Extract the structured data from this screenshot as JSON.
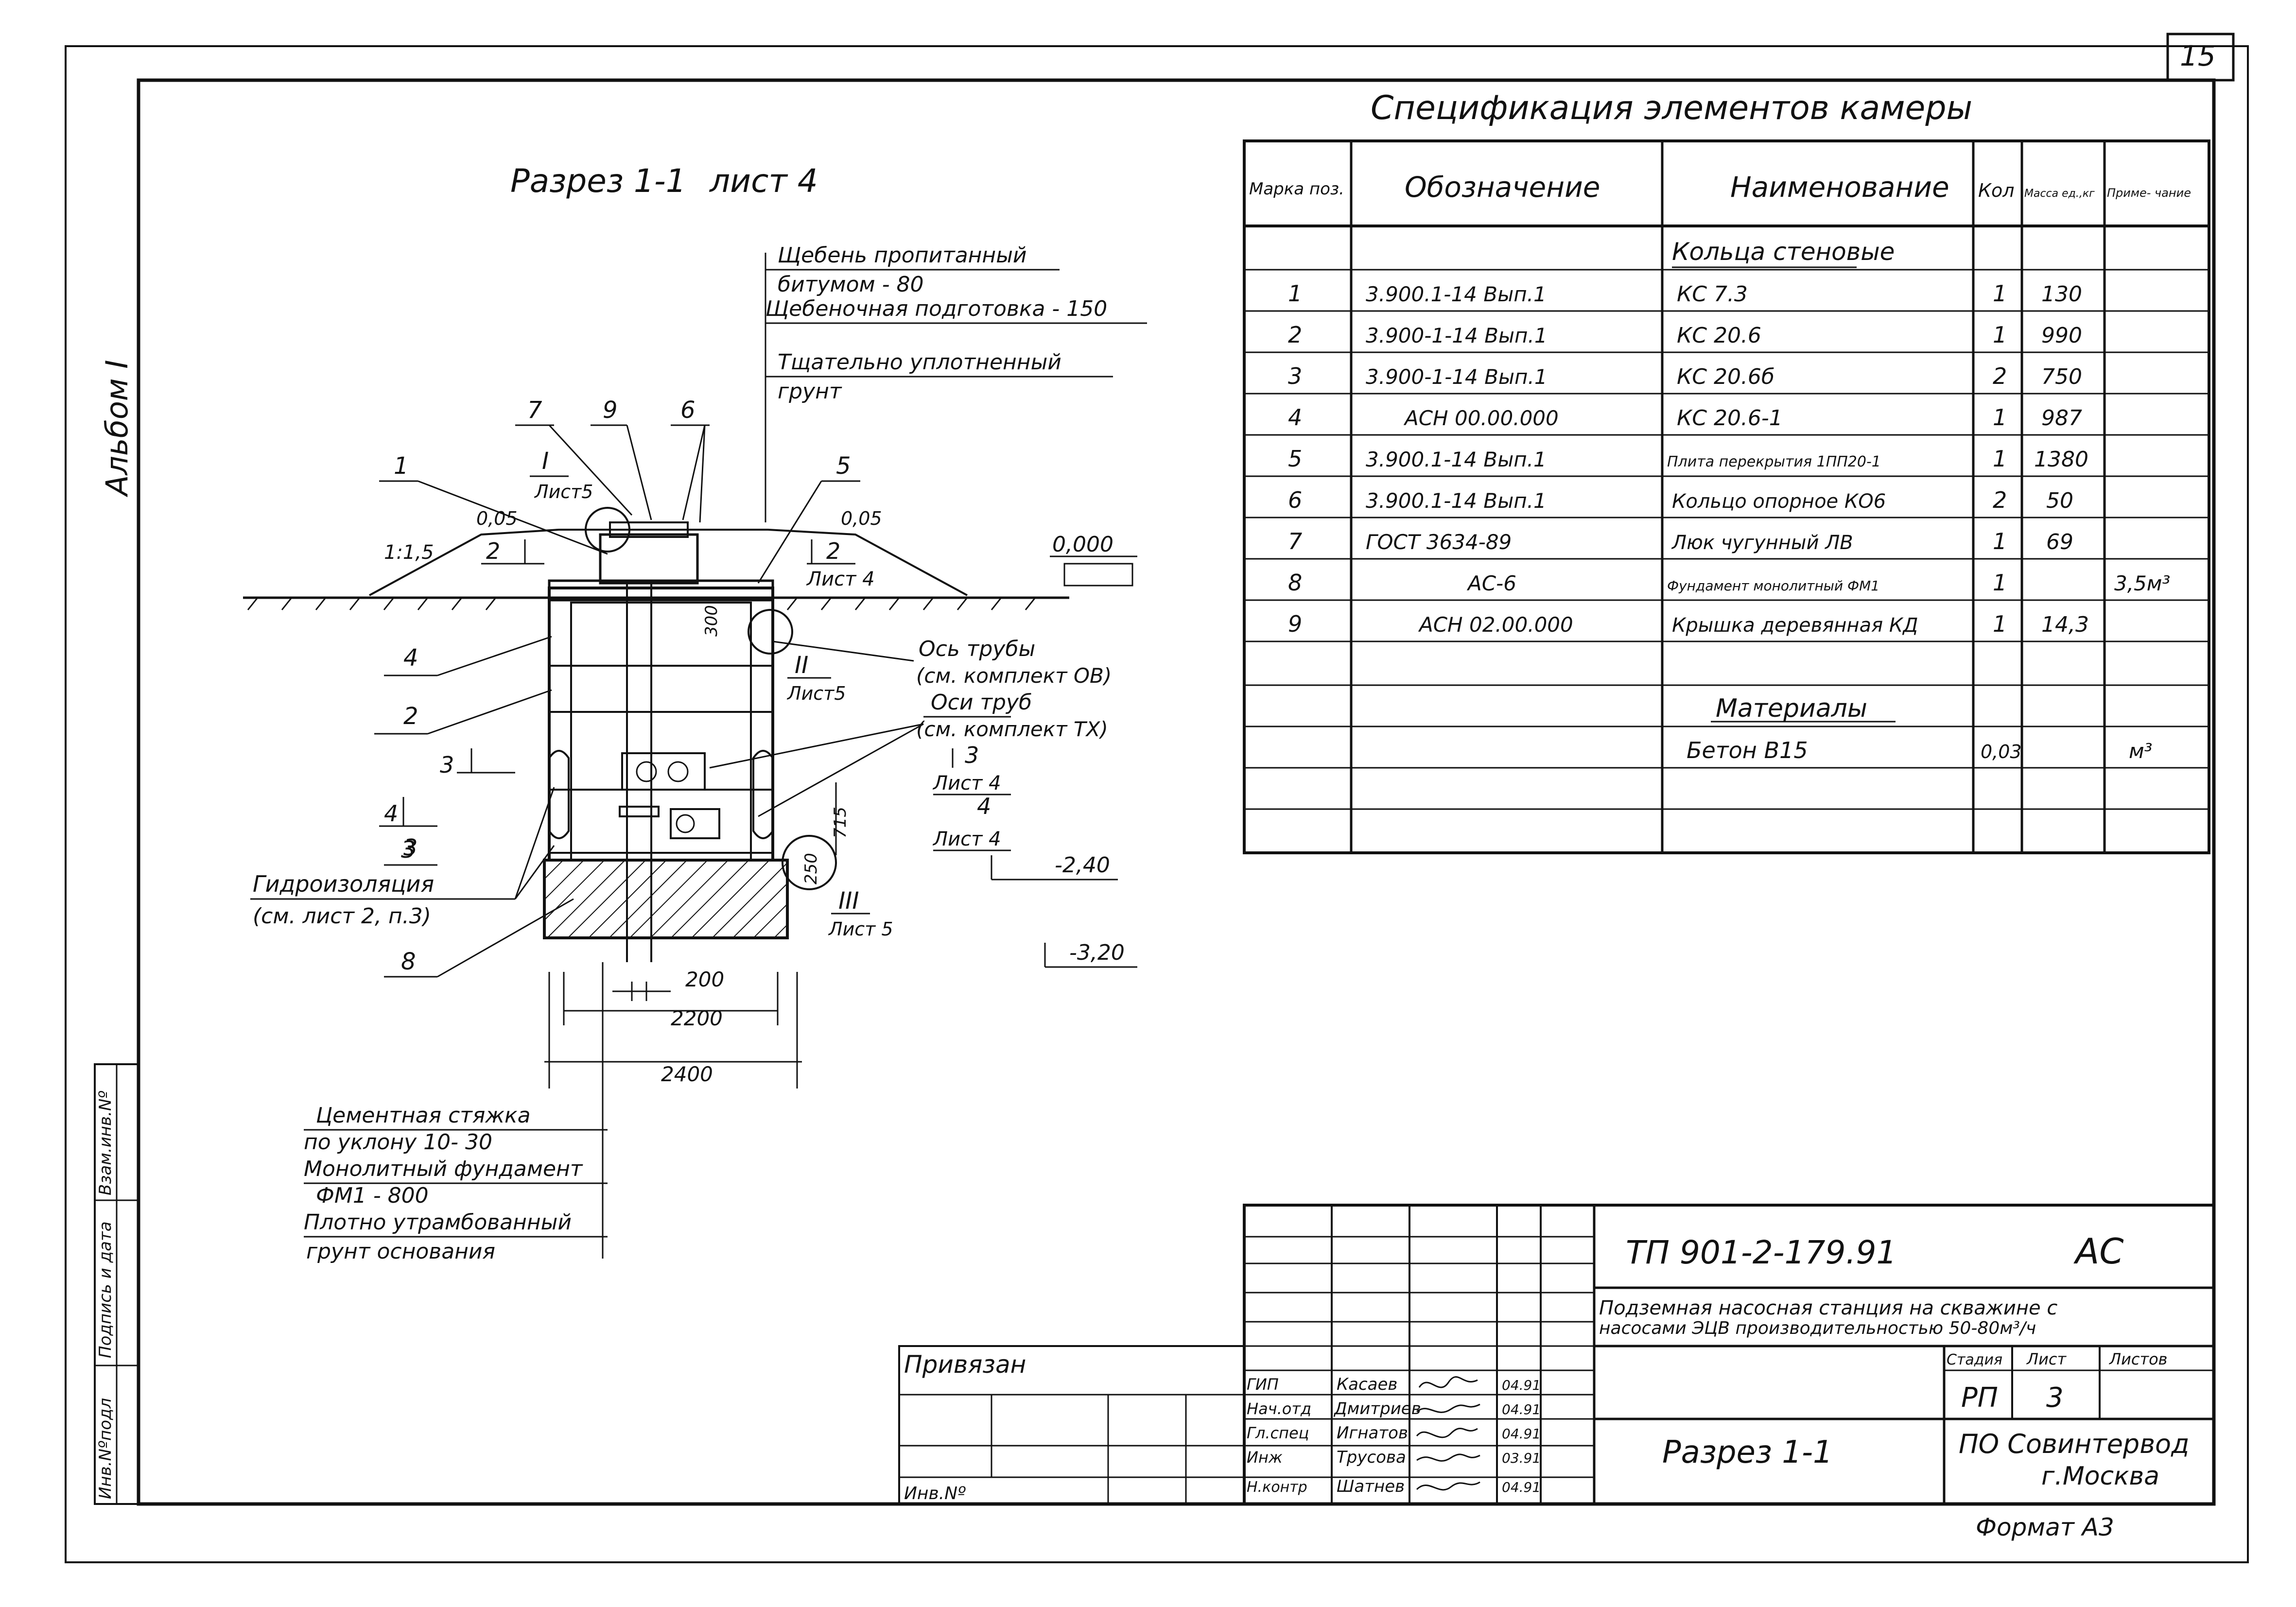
{
  "sheet_number": "15",
  "album_label": "Альбом I",
  "section": {
    "title": "Разрез 1-1",
    "sheet_ref": "лист 4",
    "notes_top": [
      "Щебень пропитанный",
      "битумом - 80",
      "Щебеночная подготовка - 150",
      "Тщательно уплотненный",
      "грунт"
    ],
    "callouts": [
      "1",
      "7",
      "9",
      "6",
      "5",
      "4",
      "2",
      "3",
      "8"
    ],
    "node_I": "I",
    "node_I_sheet": "Лист5",
    "node_II": "II",
    "node_II_sheet": "Лист5",
    "node_III": "III",
    "node_III_sheet": "Лист 5",
    "slope": "1:1,5",
    "dim_005_left": "0,05",
    "dim_005_right": "0,05",
    "cut_2_left": "2",
    "cut_2_right": "2",
    "cut_2_sheet": "Лист 4",
    "cut_3": "3",
    "cut_4": "4",
    "cut_3_label": "3",
    "cut_3_right": "3",
    "cut_3_right_sheet": "Лист 4",
    "cut_4_right": "4",
    "cut_4_right_sheet": "Лист 4",
    "level_0": "0,000",
    "level_240": "-2,40",
    "level_320": "-3,20",
    "dim_300": "300",
    "dim_715": "715",
    "dim_250": "250",
    "dim_200": "200",
    "dim_2200": "2200",
    "dim_2400": "2400",
    "pipe_axis": [
      "Ось трубы",
      "(см. комплект ОВ)"
    ],
    "pipes_axis": [
      "Оси труб",
      "(см. комплект ТХ)"
    ],
    "waterproofing": [
      "Гидроизоляция",
      "(см. лист 2, п.3)"
    ],
    "notes_bottom": [
      "Цементная стяжка",
      "по уклону  10- 30",
      "Монолитный фундамент",
      "ФМ1 - 800",
      "Плотно утрамбованный",
      "грунт основания"
    ]
  },
  "spec": {
    "title": "Спецификация   элементов   камеры",
    "headers": [
      "Марка поз.",
      "Обозначение",
      "Наименование",
      "Кол",
      "Масса ед.,кг",
      "Приме- чание"
    ],
    "subheader1": "Кольца стеновые",
    "rows": [
      {
        "pos": "1",
        "code": "3.900.1-14  Вып.1",
        "name": "КС 7.3",
        "qty": "1",
        "mass": "130",
        "note": ""
      },
      {
        "pos": "2",
        "code": "3.900-1-14  Вып.1",
        "name": "КС 20.6",
        "qty": "1",
        "mass": "990",
        "note": ""
      },
      {
        "pos": "3",
        "code": "3.900-1-14  Вып.1",
        "name": "КС 20.6б",
        "qty": "2",
        "mass": "750",
        "note": ""
      },
      {
        "pos": "4",
        "code": "АСН 00.00.000",
        "name": "КС 20.6-1",
        "qty": "1",
        "mass": "987",
        "note": ""
      },
      {
        "pos": "5",
        "code": "3.900.1-14  Вып.1",
        "name": "Плита перекрытия 1ПП20-1",
        "qty": "1",
        "mass": "1380",
        "note": ""
      },
      {
        "pos": "6",
        "code": "3.900.1-14  Вып.1",
        "name": "Кольцо опорное  КО6",
        "qty": "2",
        "mass": "50",
        "note": ""
      },
      {
        "pos": "7",
        "code": "ГОСТ 3634-89",
        "name": "Люк чугунный  ЛВ",
        "qty": "1",
        "mass": "69",
        "note": ""
      },
      {
        "pos": "8",
        "code": "АС-6",
        "name": "Фундамент монолитный ФМ1",
        "qty": "1",
        "mass": "",
        "note": "3,5м³"
      },
      {
        "pos": "9",
        "code": "АСН 02.00.000",
        "name": "Крышка деревянная КД",
        "qty": "1",
        "mass": "14,3",
        "note": ""
      }
    ],
    "subheader2": "Материалы",
    "material": {
      "name": "Бетон  В15",
      "qty": "0,03",
      "unit": "м³"
    }
  },
  "title_block": {
    "code": "ТП  901-2-179.91",
    "mark": "АС",
    "project": [
      "Подземная насосная станция на скважине с",
      "насосами ЭЦВ производительностью 50-80м³/ч"
    ],
    "stage_h": "Стадия",
    "sheet_h": "Лист",
    "sheets_h": "Листов",
    "stage": "РП",
    "sheet": "3",
    "drawing": "Разрез 1-1",
    "org": [
      "ПО Совинтервод",
      "г.Москва"
    ],
    "format": "Формат А3",
    "linked": "Привязан",
    "inv": "Инв.Nº",
    "roles": [
      "ГИП",
      "Нач.отд",
      "Гл.спец",
      "Инж",
      "Н.контр"
    ],
    "names": [
      "Касаев",
      "Дмитриев",
      "Игнатов",
      "Трусова",
      "Шатнев"
    ],
    "dates": [
      "04.91",
      "04.91",
      "04.91",
      "03.91",
      "04.91"
    ]
  },
  "side_stamp": [
    "Инв.Nºподл",
    "Подпись и дата",
    "Взам.инв.Nº"
  ]
}
